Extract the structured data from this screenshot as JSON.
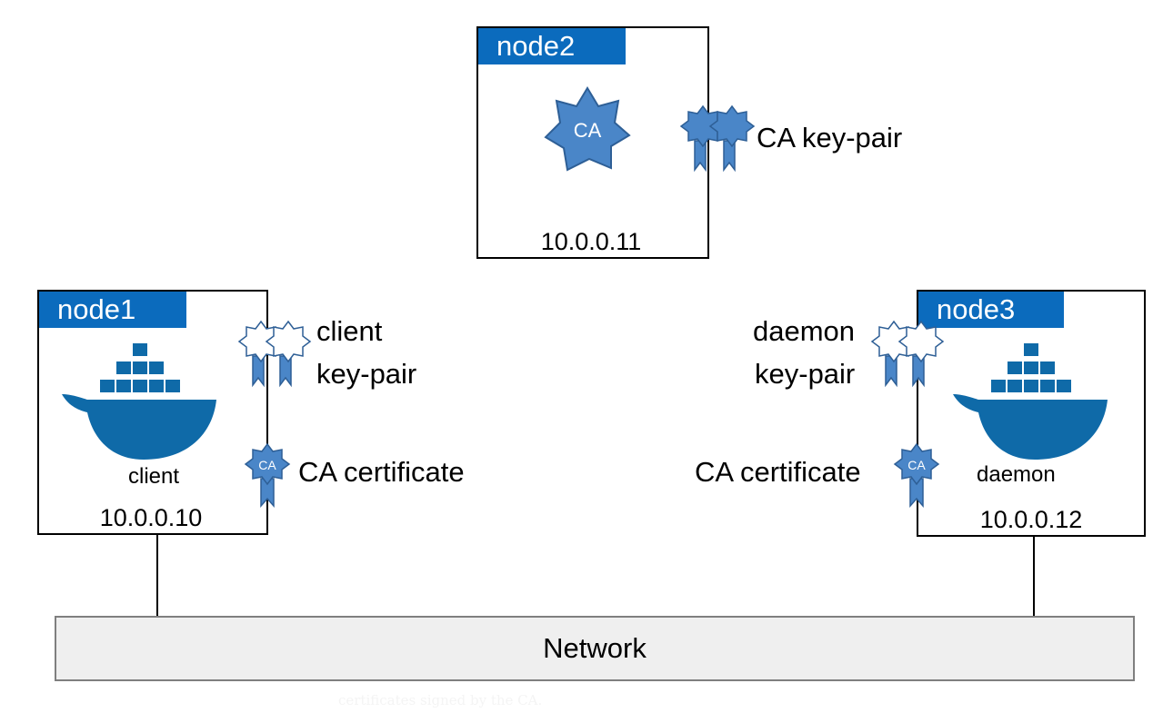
{
  "nodes": {
    "node2": {
      "name": "node2",
      "ip": "10.0.0.11",
      "badge_text": "CA",
      "keypair_label": "CA key-pair"
    },
    "node1": {
      "name": "node1",
      "ip": "10.0.0.10",
      "role": "client",
      "keypair_label_line1": "client",
      "keypair_label_line2": "key-pair",
      "cert_text": "CA",
      "cert_label": "CA certificate"
    },
    "node3": {
      "name": "node3",
      "ip": "10.0.0.12",
      "role": "daemon",
      "keypair_label_line1": "daemon",
      "keypair_label_line2": "key-pair",
      "cert_text": "CA",
      "cert_label": "CA certificate"
    }
  },
  "network": {
    "label": "Network"
  },
  "caption": "certificates signed by the CA.",
  "colors": {
    "tab": "#0b6bbd",
    "badge": "#4a86c8",
    "badge_stroke": "#2e5f96",
    "whale": "#0f6aa8",
    "network_fill": "#efefef"
  },
  "icons": [
    "ca-star-icon",
    "rosette-icon",
    "docker-whale-icon"
  ]
}
